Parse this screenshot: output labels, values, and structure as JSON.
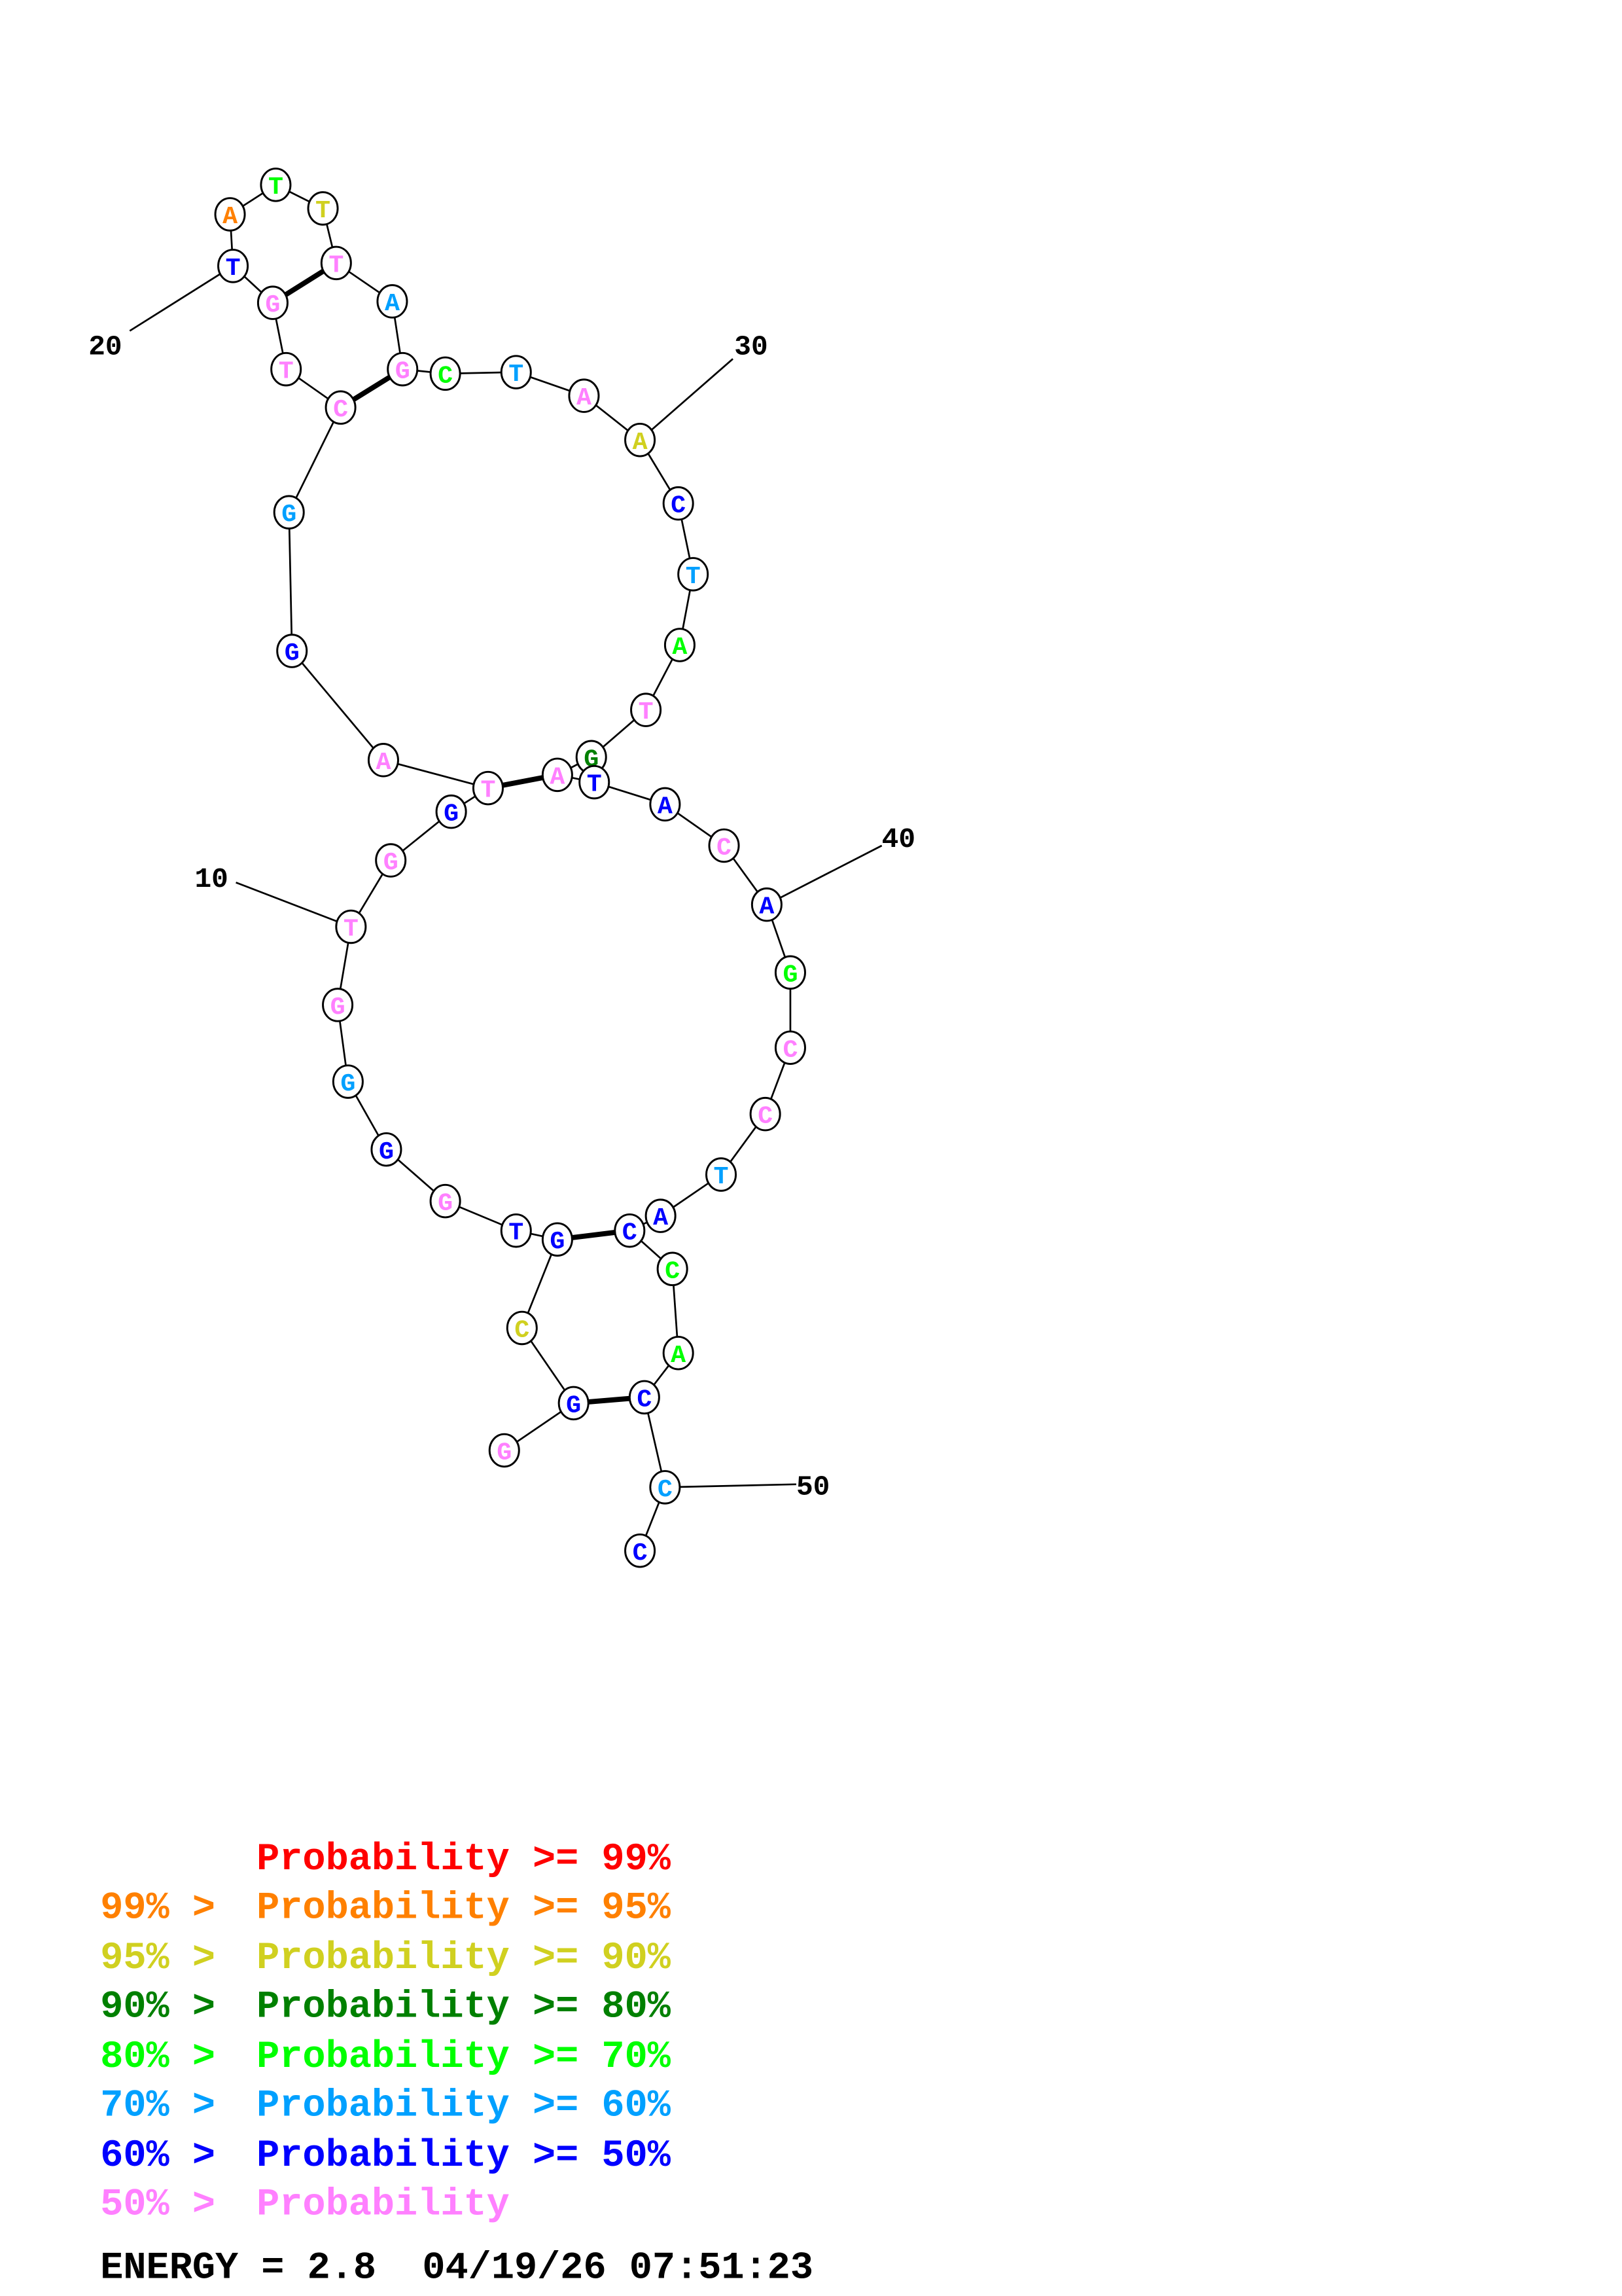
{
  "sequence": "GGCGTGGGGTGGTAGGCTGTATTTAGCTAACTATGATACAGCCTACCACCC",
  "colors": [
    "#FF0000",
    "#FF8000",
    "#D0D020",
    "#008000",
    "#00FF00",
    "#00A0FF",
    "#0000FF",
    "#FF80FF"
  ],
  "nucleotide_prob_class": [
    7,
    6,
    2,
    6,
    6,
    7,
    6,
    5,
    7,
    7,
    7,
    6,
    7,
    7,
    6,
    5,
    7,
    7,
    7,
    6,
    1,
    4,
    2,
    7,
    5,
    7,
    4,
    5,
    7,
    2,
    6,
    5,
    4,
    7,
    3,
    7,
    6,
    6,
    7,
    6,
    4,
    7,
    7,
    5,
    6,
    6,
    4,
    4,
    6,
    5,
    6
  ],
  "pairs": [
    [
      2,
      49
    ],
    [
      4,
      46
    ],
    [
      13,
      36
    ],
    [
      17,
      26
    ],
    [
      19,
      24
    ]
  ],
  "position_labels": [
    "10",
    "20",
    "30",
    "40",
    "50"
  ],
  "legend": [
    {
      "prefix": "",
      "label": "Probability >= 99%"
    },
    {
      "prefix": "99% > ",
      "label": "Probability >= 95%"
    },
    {
      "prefix": "95% > ",
      "label": "Probability >= 90%"
    },
    {
      "prefix": "90% > ",
      "label": "Probability >= 80%"
    },
    {
      "prefix": "80% > ",
      "label": "Probability >= 70%"
    },
    {
      "prefix": "70% > ",
      "label": "Probability >= 60%"
    },
    {
      "prefix": "60% > ",
      "label": "Probability >= 50%"
    },
    {
      "prefix": "50% > ",
      "label": "Probability"
    }
  ],
  "footer": "ENERGY = 2.8  04/19/26 07:51:23"
}
